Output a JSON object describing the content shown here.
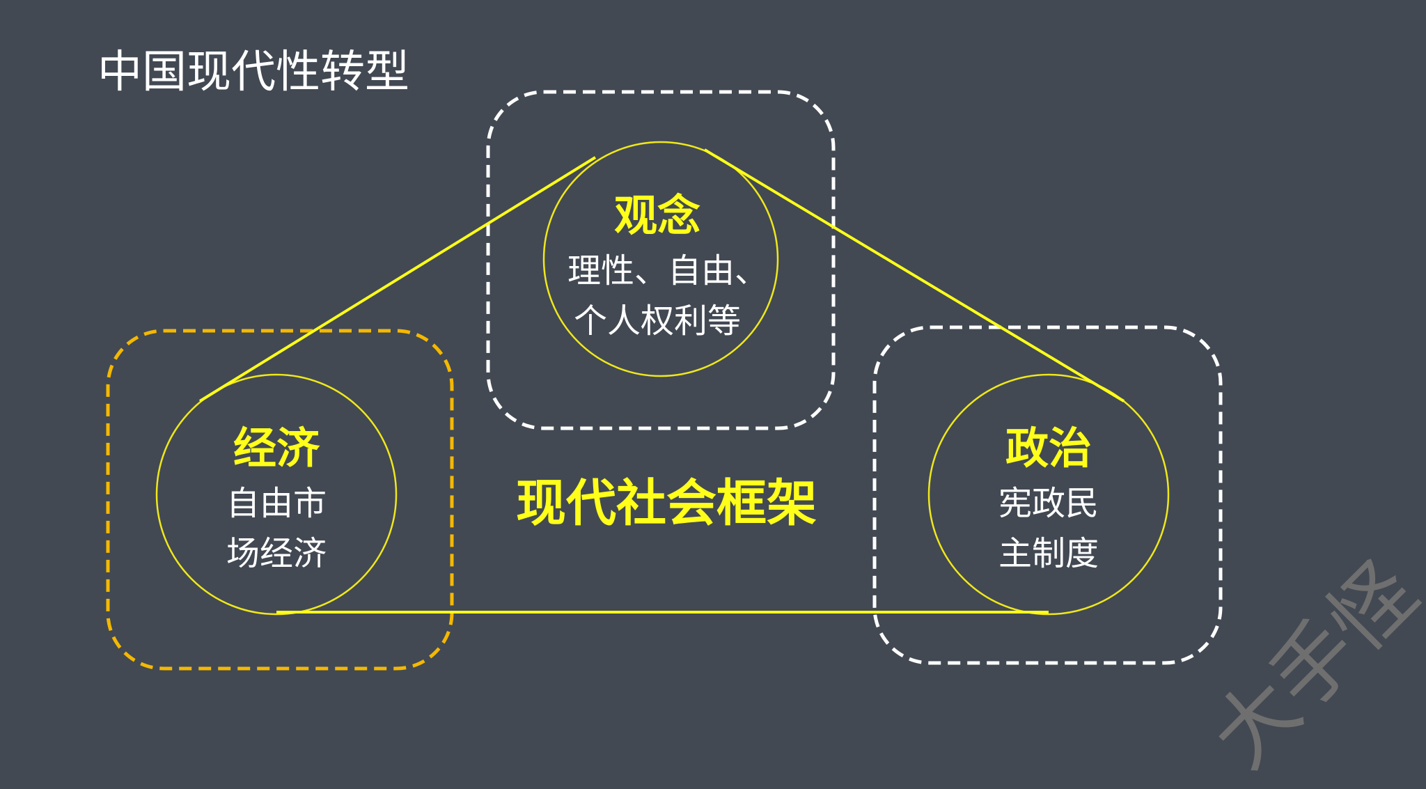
{
  "title": "中国现代性转型",
  "center_label": "现代社会框架",
  "nodes": {
    "idea": {
      "heading": "观念",
      "line1": "理性、自由、",
      "line2": "个人权利等"
    },
    "economy": {
      "heading": "经济",
      "line1": "自由市",
      "line2": "场经济"
    },
    "politics": {
      "heading": "政治",
      "line1": "宪政民",
      "line2": "主制度"
    }
  },
  "watermark": "大手怪",
  "colors": {
    "background": "#424953",
    "accent_yellow": "#ffff1a",
    "economy_box": "#f5b800",
    "box_dash": "#ffffff"
  }
}
